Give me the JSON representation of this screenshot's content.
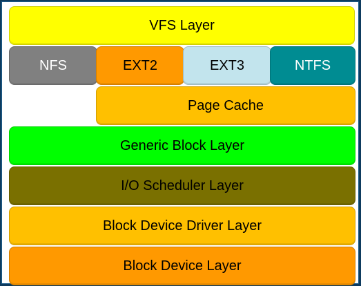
{
  "layers": {
    "vfs": {
      "label": "VFS Layer",
      "color": "#ffff00"
    },
    "nfs": {
      "label": "NFS",
      "color": "#808080"
    },
    "ext2": {
      "label": "EXT2",
      "color": "#ff9900"
    },
    "ext3": {
      "label": "EXT3",
      "color": "#c2e4ed"
    },
    "ntfs": {
      "label": "NTFS",
      "color": "#008c92"
    },
    "cache": {
      "label": "Page Cache",
      "color": "#ffc000"
    },
    "generic": {
      "label": "Generic Block Layer",
      "color": "#00ff00"
    },
    "iosched": {
      "label": "I/O Scheduler Layer",
      "color": "#7a7000"
    },
    "driver": {
      "label": "Block Device Driver Layer",
      "color": "#ffc000"
    },
    "device": {
      "label": "Block Device Layer",
      "color": "#ff9900"
    }
  }
}
